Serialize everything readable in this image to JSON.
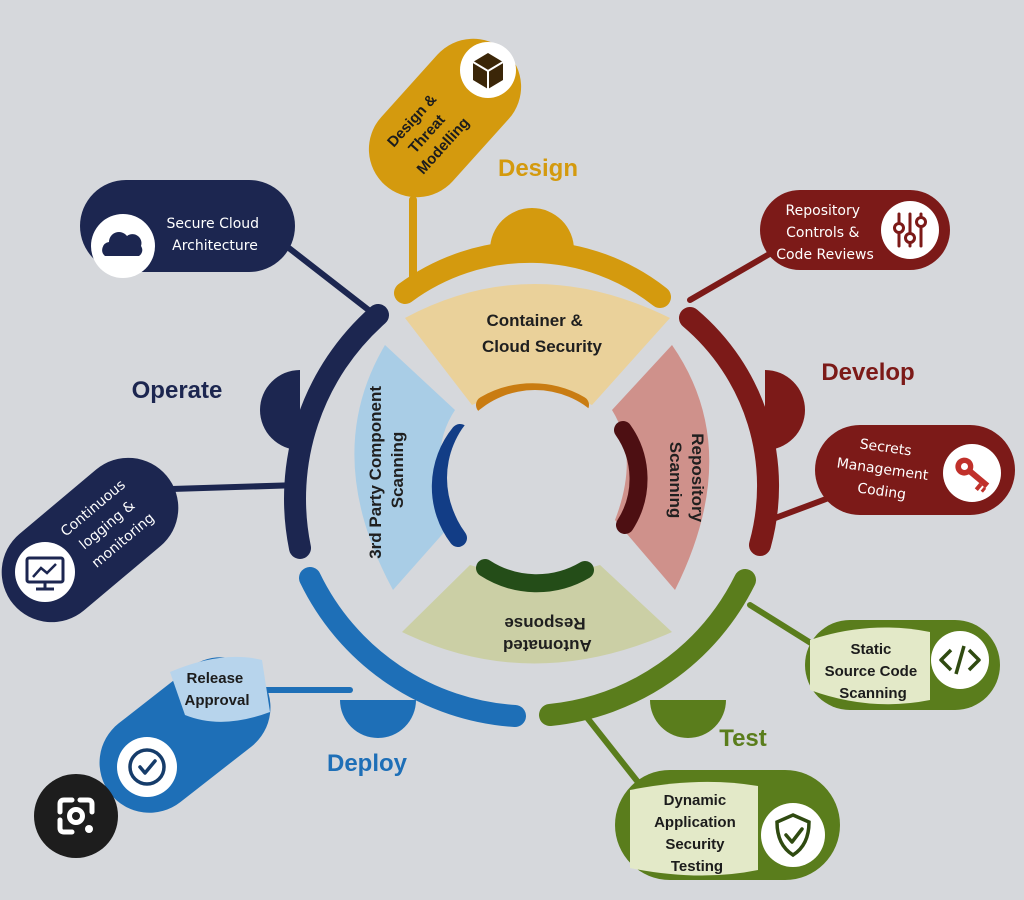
{
  "colors": {
    "design": "#d49a0e",
    "develop": "#7c1a18",
    "test": "#5a7d1c",
    "deploy": "#1e6fb7",
    "operate": "#1c2650",
    "background": "#d6d8dc"
  },
  "phases": {
    "design": "Design",
    "develop": "Develop",
    "test": "Test",
    "deploy": "Deploy",
    "operate": "Operate"
  },
  "segments": {
    "top": [
      "Container &",
      "Cloud Security"
    ],
    "right": [
      "Repository",
      "Scanning"
    ],
    "bottom": [
      "Automated",
      "Response"
    ],
    "left": [
      "3rd Party Component",
      "Scanning"
    ]
  },
  "bubbles": {
    "design_threat": [
      "Design &",
      "Threat",
      "Modelling"
    ],
    "repository_controls": [
      "Repository",
      "Controls &",
      "Code Reviews"
    ],
    "secrets": [
      "Secrets",
      "Management",
      "Coding"
    ],
    "static_source": [
      "Static",
      "Source Code",
      "Scanning"
    ],
    "dast": [
      "Dynamic",
      "Application",
      "Security",
      "Testing"
    ],
    "release": [
      "Release",
      "Approval"
    ],
    "logging": [
      "Continuous",
      "logging &",
      "monitoring"
    ],
    "secure_cloud": [
      "Secure Cloud",
      "Architecture"
    ]
  },
  "icons": {
    "design_threat": "cube-icon",
    "repository_controls": "sliders-icon",
    "secrets": "key-icon",
    "static_source": "code-icon",
    "dast": "shield-check-icon",
    "release": "check-circle-icon",
    "logging": "monitor-chart-icon",
    "secure_cloud": "cloud-icon",
    "lens": "google-lens-icon"
  }
}
